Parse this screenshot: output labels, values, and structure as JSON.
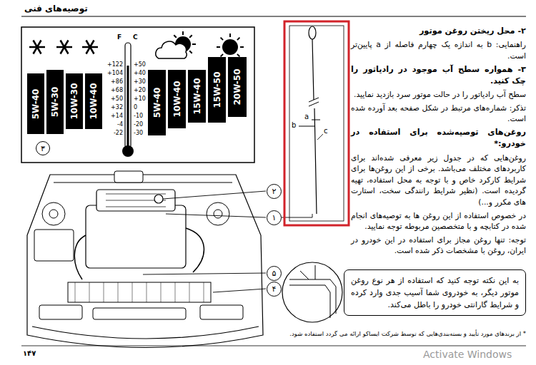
{
  "diagram": {
    "title": "توصیه‌های فنی",
    "nodes": [
      {
        "text": [
          "5W-40"
        ]
      },
      {
        "text": [
          "5W-30"
        ]
      },
      {
        "text": [
          "10W-30"
        ]
      },
      {
        "text": [
          "10W-40"
        ]
      },
      {
        "text": [
          "5W-40"
        ]
      },
      {
        "text": [
          "10W-40"
        ]
      },
      {
        "text": [
          "15W-40"
        ]
      },
      {
        "text": [
          "15W-50"
        ]
      },
      {
        "text": [
          "20W-50"
        ]
      },
      {
        "text": [
          "۳"
        ]
      },
      {
        "text": [
          "۲"
        ]
      },
      {
        "text": [
          "۱"
        ]
      },
      {
        "text": [
          "۵"
        ]
      },
      {
        "text": [
          "۴"
        ]
      },
      {
        "text": [
          "به این نکته توجه کنید که استفاده از هر نوع روغن موتور دیگر، به خودروی شما آسیب جدی وارد کرده و شرایط گارانتی خودرو را باطل می‌کند."
        ]
      }
    ],
    "labels": [
      "F",
      "C",
      "+122",
      "+104",
      "+86",
      "+68",
      "+50",
      "+32",
      "+14",
      "-4",
      "-22",
      "+50",
      "+40",
      "+30",
      "+20",
      "+10",
      "0",
      "-10",
      "-20",
      "-30",
      "b",
      "a",
      "c",
      "۲- محل ریختن روغن موتور",
      "راهنمایی: b به اندازه یک چهارم فاصله از a پایین‌تر است.",
      "۳- همواره سطح آب موجود در رادیاتور را چک کنید.",
      "سطح آب رادیاتور را در حالت موتور سرد بازدید نمایید.",
      "تذکر: شماره‌های مرتبط در شکل صفحه بعد آورده شده است.",
      "روغن‌های توصیه‌شده برای استفاده در خودرو:*",
      "روغن‌هایی که در جدول زیر معرفی شده‌اند برای کاربردهای مختلف می‌باشد. برخی از این روغن‌ها برای شرایط کارکرد خاص و با توجه به محل استفاده، تهیه گردیده است. (نظیر شرایط رانندگی سخت، استارت های مکرر و...)",
      "در خصوص استفاده از این روغن ها به توصیه‌های انجام شده در کتابچه و با متخصصین مربوطه توجه نمایید.",
      "توجه: تنها روغن مجاز برای استفاده در این خودرو در ایران، روغن با مشخصات ذکر شده است.",
      "* از برندهای مورد تأیید و بسته‌بندی‌هایی که توسط شرکت ایساکو ارائه می گردد استفاده شود.",
      "۱۴۷",
      "Activate Windows"
    ]
  }
}
